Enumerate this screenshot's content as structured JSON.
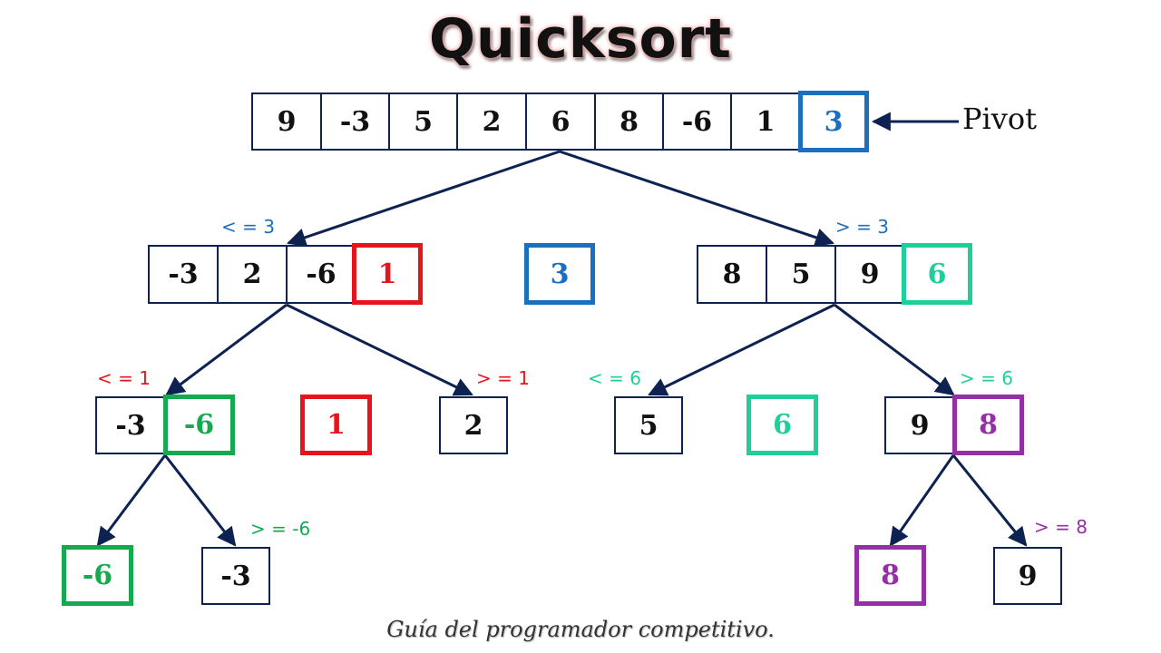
{
  "title": "Quicksort",
  "footer": "Guía del programador competitivo.",
  "pivot_label": "Pivot",
  "colors": {
    "outline": "#0d2250",
    "pivot_blue": "#1a6fbf",
    "red": "#e8141c",
    "teal": "#1fcf9a",
    "green": "#16aa50",
    "purple": "#952fa6"
  },
  "nodes": {
    "root": [
      "9",
      "-3",
      "5",
      "2",
      "6",
      "8",
      "-6",
      "1",
      "3"
    ],
    "l1_left": [
      "-3",
      "2",
      "-6",
      "1"
    ],
    "l1_pivot": "3",
    "l1_right": [
      "8",
      "5",
      "9",
      "6"
    ],
    "l2_a": [
      "-3",
      "-6"
    ],
    "l2_b": "1",
    "l2_c": "2",
    "l2_d": "5",
    "l2_e": "6",
    "l2_f": [
      "9",
      "8"
    ],
    "l3_a": "-6",
    "l3_b": "-3",
    "l3_c": "8",
    "l3_d": "9"
  },
  "conditions": {
    "le3": "< = 3",
    "ge3": "> = 3",
    "le1": "< = 1",
    "ge1": "> = 1",
    "le6": "< = 6",
    "ge6": "> = 6",
    "ge_neg6": "> = -6",
    "ge8": "> = 8"
  }
}
